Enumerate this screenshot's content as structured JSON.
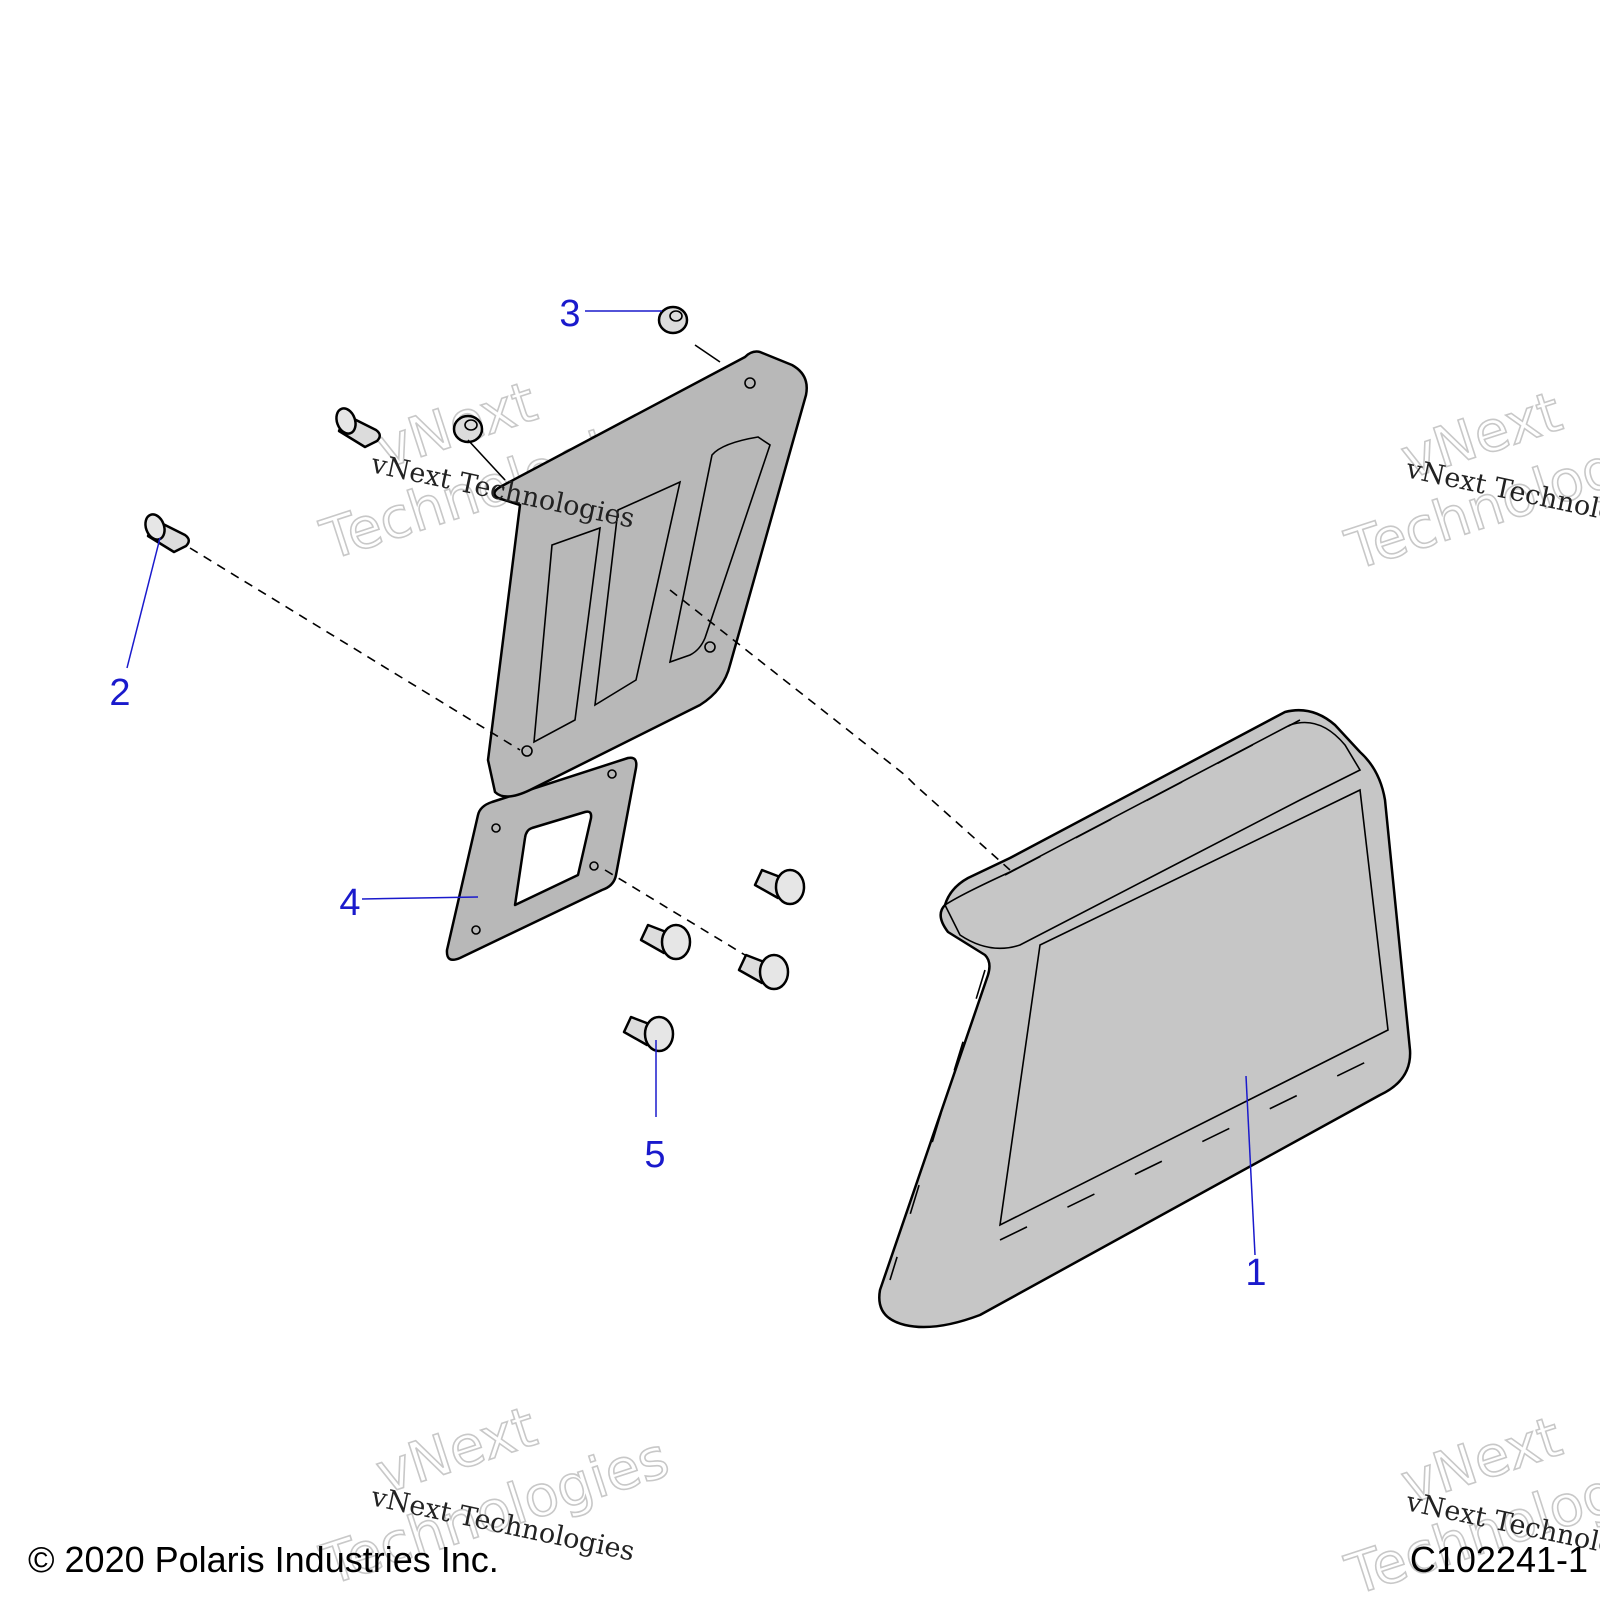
{
  "callouts": {
    "c1": "1",
    "c2": "2",
    "c3": "3",
    "c4": "4",
    "c5": "5"
  },
  "watermark": {
    "line1": "vNext",
    "line2": "Technologies",
    "small": "vNext Technologies"
  },
  "footer": {
    "copyright": "© 2020 Polaris Industries Inc.",
    "drawing_id": "C102241-1"
  },
  "colors": {
    "callout": "#1a1acc",
    "part_fill": "#c6c6c6",
    "bracket_fill": "#b8b8b8",
    "line": "#000000"
  }
}
